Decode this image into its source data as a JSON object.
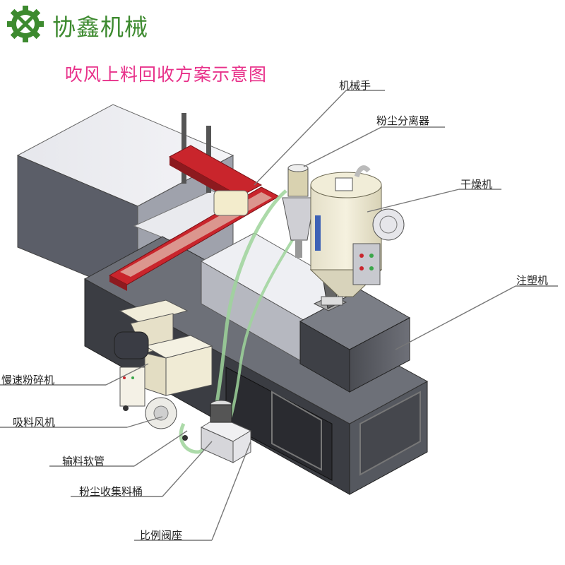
{
  "brand": {
    "name": "协鑫机械",
    "logo_icon": "gear-x-logo-icon",
    "color": "#3d8a2f"
  },
  "title": {
    "text": "吹风上料回收方案示意图",
    "color": "#e8318a"
  },
  "labels": {
    "robot": "机械手",
    "dust_separator": "粉尘分离器",
    "dryer": "干燥机",
    "injection_machine": "注塑机",
    "granulator": "慢速粉碎机",
    "suction_fan": "吸料风机",
    "hose": "输料软管",
    "dust_bin": "粉尘收集料桶",
    "valve_seat": "比例阀座"
  }
}
